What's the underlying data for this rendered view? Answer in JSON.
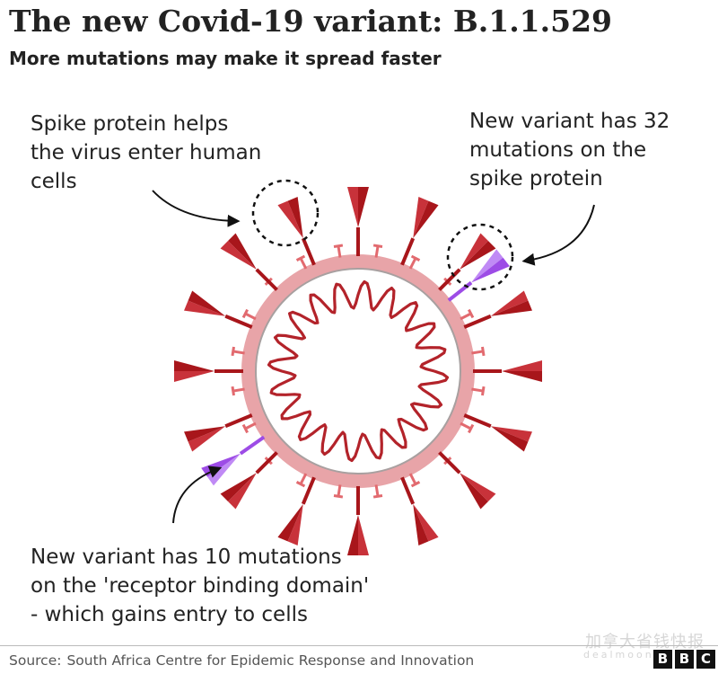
{
  "header": {
    "title": "The new Covid-19 variant: B.1.1.529",
    "subtitle": "More mutations may make it spread faster"
  },
  "annotations": {
    "spike": [
      "Spike protein helps",
      "the virus enter human",
      "cells"
    ],
    "mutations32": [
      "New variant has 32",
      "mutations on the",
      "spike protein"
    ],
    "rbd": [
      "New variant has 10 mutations",
      "on the 'receptor binding domain'",
      "- which gains entry to cells"
    ]
  },
  "footer": {
    "source_label": "Source:",
    "source_text": "South Africa Centre for Epidemic Response and Innovation",
    "logo": [
      "B",
      "B",
      "C"
    ],
    "watermark": "加拿大省钱快报",
    "watermark_sub": "dealmoon"
  },
  "colors": {
    "spike_dark": "#a8161b",
    "spike_mid": "#c8323a",
    "spike_light": "#e26a6f",
    "membrane": "#e8a4a8",
    "membrane_line": "#a8a0a0",
    "rna": "#b3232a",
    "variant_spike": "#9d4ce6",
    "variant_spike_light": "#c08af5"
  }
}
